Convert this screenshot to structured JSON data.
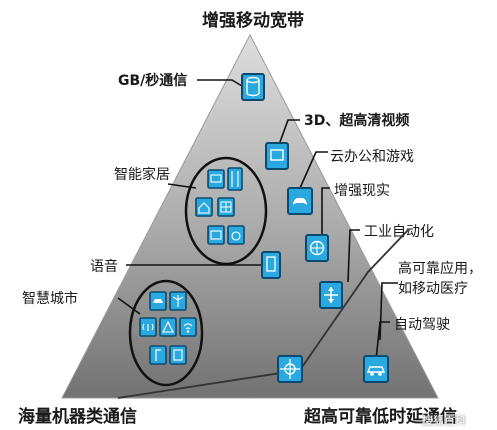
{
  "vertices": {
    "top": "增强移动宽带",
    "bottom_left": "海量机器类通信",
    "bottom_right": "超高可靠低时延通信"
  },
  "features": {
    "gb_per_sec": "GB/秒通信",
    "uhd_3d": "3D、超高清视频",
    "smart_home": "智能家居",
    "cloud_office": "云办公和游戏",
    "ar": "增强现实",
    "voice": "语音",
    "industrial": "工业自动化",
    "smart_city": "智慧城市",
    "reliable_app": "高可靠应用，",
    "mobile_med": "如移动医疗",
    "auto_drive": "自动驾驶"
  },
  "watermark": "搜狐百科",
  "colors": {
    "triangle_top": "#d9d9d9",
    "triangle_bottom": "#7a7a7a",
    "icon_fill": "#2aa9e0",
    "icon_border": "#0b4a6e",
    "stroke": "#111111"
  }
}
